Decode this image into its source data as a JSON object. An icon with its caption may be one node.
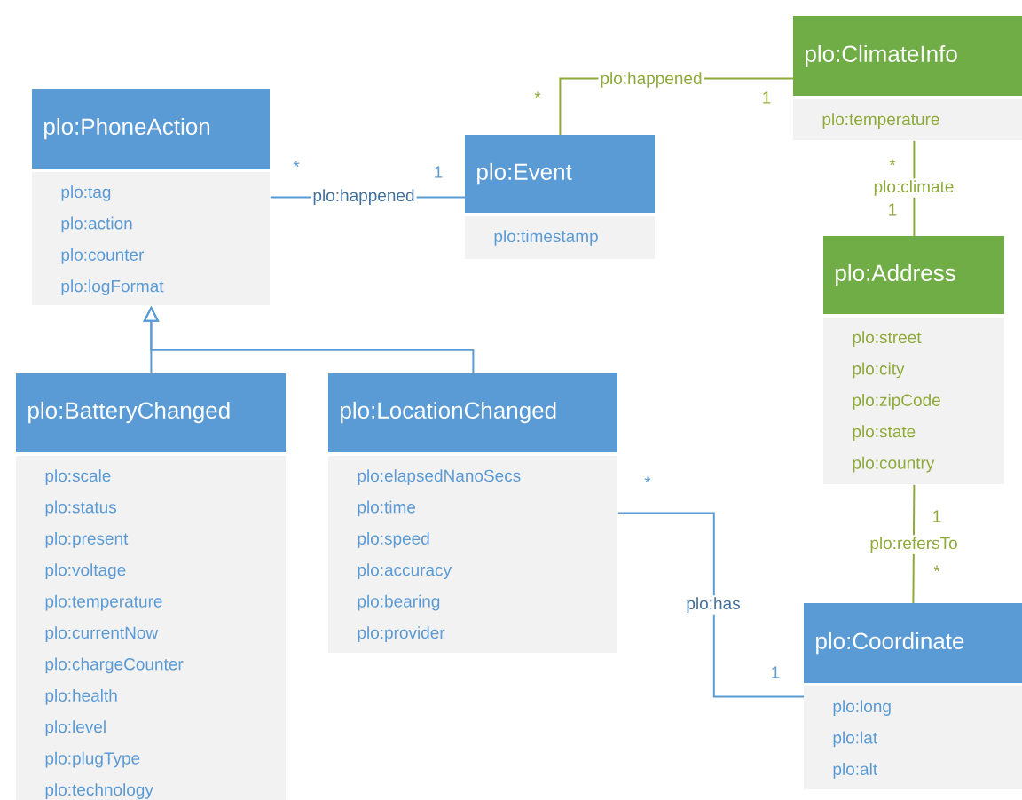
{
  "diagram": {
    "nodes": [
      {
        "text": [
          "plo:ClimateInfo",
          "plo:temperature"
        ]
      },
      {
        "text": [
          "plo:PhoneAction",
          "plo:tag",
          "plo:action",
          "plo:counter",
          "plo:logFormat"
        ]
      },
      {
        "text": [
          "plo:Event",
          "plo:timestamp"
        ]
      },
      {
        "text": [
          "plo:Address",
          "plo:street",
          "plo:city",
          "plo:zipCode",
          "plo:state",
          "plo:country"
        ]
      },
      {
        "text": [
          "plo:BatteryChanged",
          "plo:scale",
          "plo:status",
          "plo:present",
          "plo:voltage",
          "plo:temperature",
          "plo:currentNow",
          "plo:chargeCounter",
          "plo:health",
          "plo:level",
          "plo:plugType",
          "plo:technology"
        ]
      },
      {
        "text": [
          "plo:LocationChanged",
          "plo:elapsedNanoSecs",
          "plo:time",
          "plo:speed",
          "plo:accuracy",
          "plo:bearing",
          "plo:provider"
        ]
      },
      {
        "text": [
          "plo:Coordinate",
          "plo:long",
          "plo:lat",
          "plo:alt"
        ]
      }
    ],
    "edges": [
      {
        "from": 1,
        "to": 2,
        "arrow": "none",
        "label": "plo:happened"
      },
      {
        "from": 2,
        "to": 0,
        "arrow": "none",
        "label": "plo:happened",
        "color": "#8eaa3a"
      },
      {
        "from": 0,
        "to": 3,
        "arrow": "none",
        "label": "plo:climate",
        "color": "#8eaa3a"
      },
      {
        "from": 4,
        "to": 1,
        "arrow": "to"
      },
      {
        "from": 5,
        "to": 1,
        "arrow": "to"
      },
      {
        "from": 5,
        "to": 6,
        "arrow": "none",
        "label": "plo:has"
      },
      {
        "from": 3,
        "to": 6,
        "arrow": "none",
        "label": "plo:refersTo",
        "color": "#8eaa3a"
      }
    ],
    "labels": [
      "*",
      "1",
      "*",
      "1",
      "*",
      "1",
      "*",
      "1",
      "1",
      "*"
    ]
  }
}
